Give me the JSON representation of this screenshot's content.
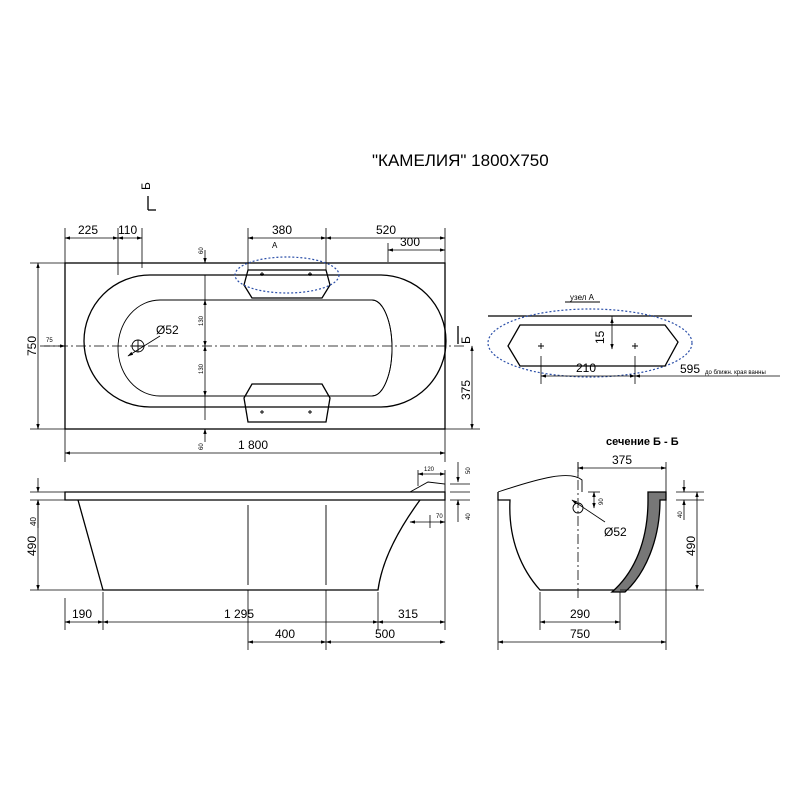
{
  "title": "\"КАМЕЛИЯ\" 1800X750",
  "section_marker": "Б",
  "labels": {
    "node_a_short": "A",
    "node_a": "узел А",
    "section": "сечение Б - Б",
    "edge_note": "до ближн. края ванны"
  },
  "top_view": {
    "d225": "225",
    "d110": "110",
    "d380": "380",
    "d520": "520",
    "d300": "300",
    "d750": "750",
    "d75": "75",
    "d60a": "60",
    "d130a": "130",
    "d130b": "130",
    "d60b": "60",
    "d52": "Ø52",
    "d375": "375",
    "d1800": "1 800"
  },
  "node_view": {
    "d15": "15",
    "d210": "210",
    "d595": "595"
  },
  "side_view": {
    "d40": "40",
    "d490": "490",
    "d120": "120",
    "d50": "50",
    "d40r": "40",
    "d70": "70",
    "d190": "190",
    "d1295": "1 295",
    "d315": "315",
    "d400": "400",
    "d500": "500"
  },
  "section_view": {
    "d375": "375",
    "d90": "90",
    "d52": "Ø52",
    "d40": "40",
    "d490": "490",
    "d290": "290",
    "d750": "750"
  }
}
